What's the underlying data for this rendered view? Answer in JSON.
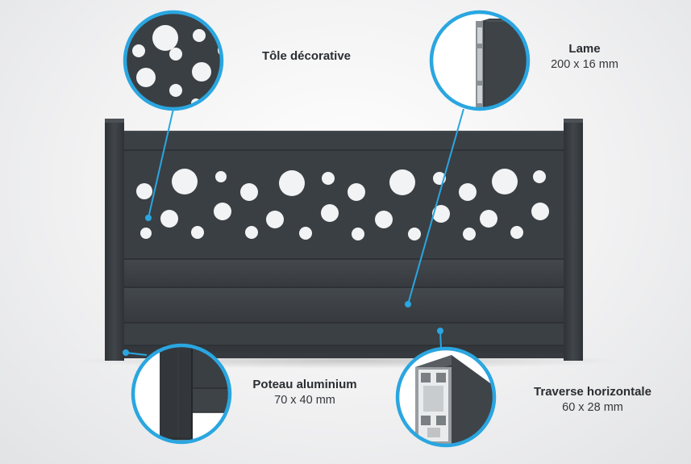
{
  "labels": {
    "tole": {
      "title": "Tôle décorative"
    },
    "lame": {
      "title": "Lame",
      "dims": "200 x 16 mm"
    },
    "poteau": {
      "title": "Poteau aluminium",
      "dims": "70 x 40 mm"
    },
    "traverse": {
      "title": "Traverse horizontale",
      "dims": "60 x 28 mm"
    }
  },
  "colors": {
    "panel": "#3a3f44",
    "panel_dark": "#2d3135",
    "accent": "#2aa6e0",
    "hole": "#f2f3f4"
  },
  "icons": [
    "decorative-sheet-detail",
    "slat-profile-detail",
    "post-detail",
    "rail-profile-detail"
  ]
}
